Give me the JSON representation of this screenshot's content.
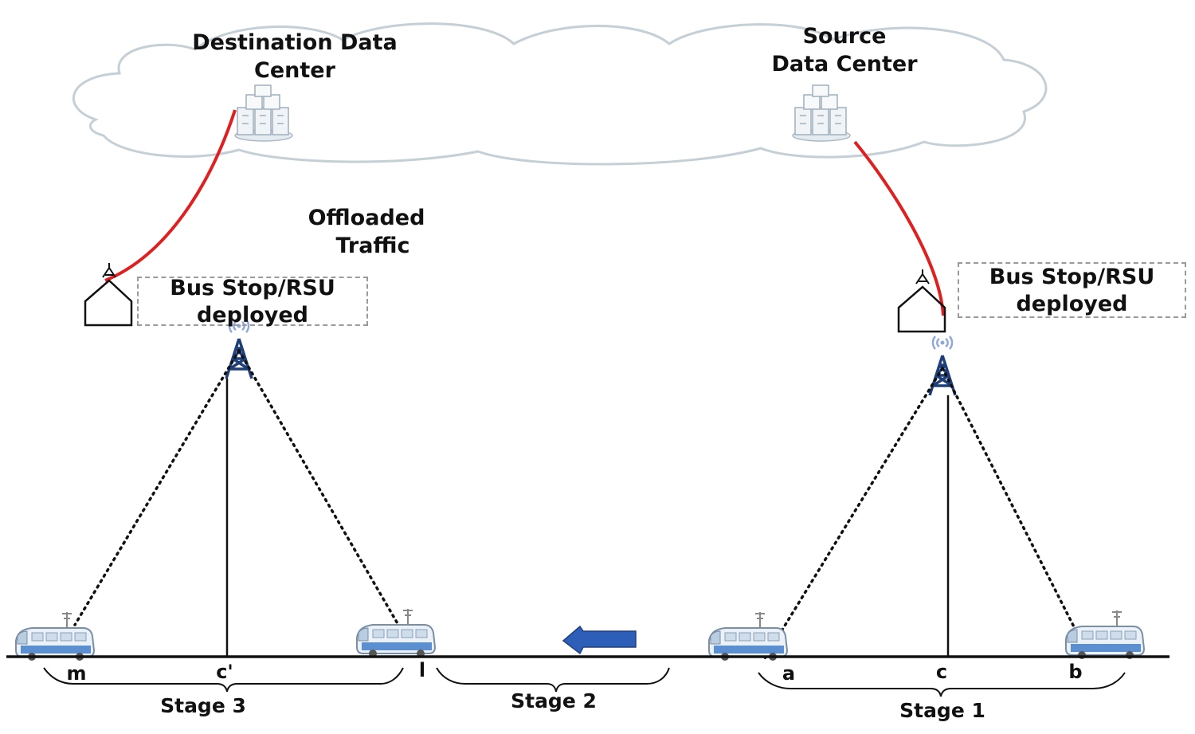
{
  "cloud": {
    "destination_title_line1": "Destination Data",
    "destination_title_line2": "Center",
    "source_title_line1": "Source",
    "source_title_line2": "Data Center"
  },
  "offloaded_line1": "Offloaded",
  "offloaded_line2": "Traffic",
  "bus_stop_left_line1": "Bus Stop/RSU",
  "bus_stop_left_line2": "deployed",
  "bus_stop_right_line1": "Bus Stop/RSU",
  "bus_stop_right_line2": "deployed",
  "points": {
    "m": "m",
    "c_prime": "c'",
    "l": "l",
    "a": "a",
    "c": "c",
    "b": "b"
  },
  "stages": {
    "stage3": "Stage 3",
    "stage2": "Stage 2",
    "stage1": "Stage 1"
  },
  "colors": {
    "link": "#e02020",
    "tower": "#1f3f7a",
    "bus": "#5b8fd0",
    "arrow": "#2e5fb8",
    "cloud_stroke": "#c4cfd6"
  },
  "icons": [
    "cloud-icon",
    "data-center-icon",
    "bus-stop-icon",
    "cell-tower-icon",
    "bus-icon",
    "direction-arrow-icon"
  ]
}
